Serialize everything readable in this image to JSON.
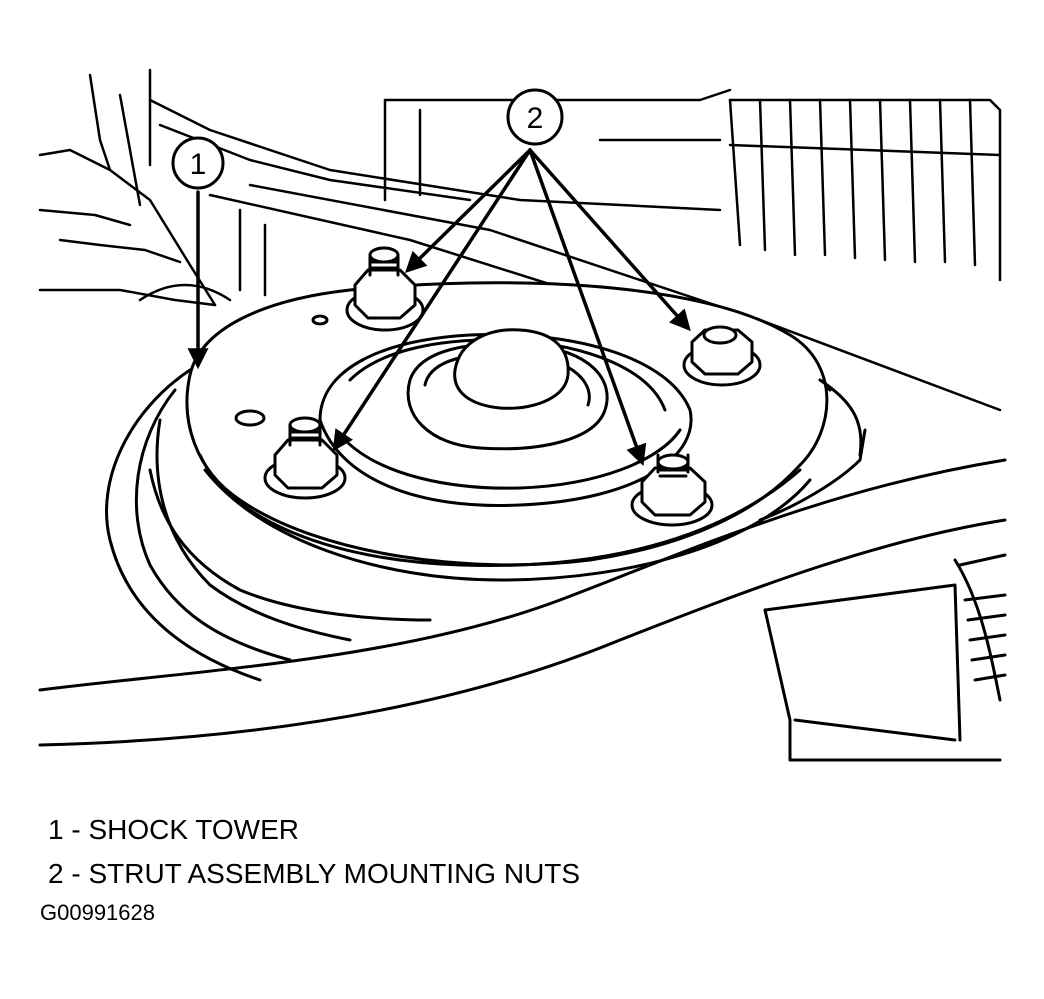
{
  "callouts": {
    "one": "1",
    "two": "2"
  },
  "legend": {
    "items": [
      {
        "number": "1",
        "text": "1 - SHOCK TOWER"
      },
      {
        "number": "2",
        "text": "2 - STRUT ASSEMBLY MOUNTING NUTS"
      }
    ]
  },
  "figure_id": "G00991628",
  "colors": {
    "ink": "#000000",
    "paper": "#ffffff"
  }
}
